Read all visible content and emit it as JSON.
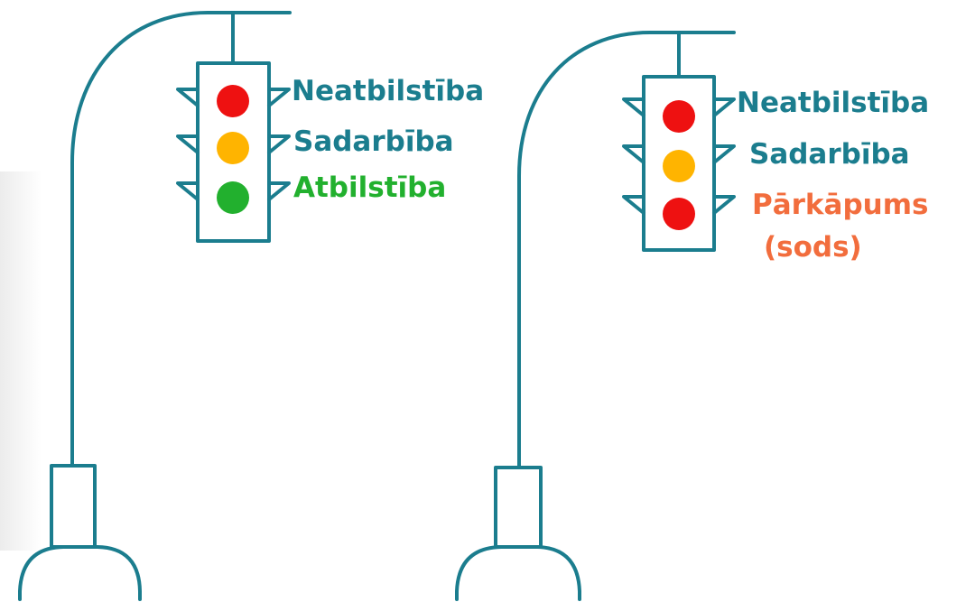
{
  "colors": {
    "outline": "#1b7d8e",
    "teal_text": "#1b7d8e",
    "green": "#22b02e",
    "amber": "#ffb400",
    "red": "#ee1111",
    "orange_text": "#f26d3d"
  },
  "left_signal": {
    "lights": [
      "red",
      "amber",
      "green"
    ],
    "labels": [
      {
        "text": "Neatbilstība",
        "color": "teal"
      },
      {
        "text": "Sadarbība",
        "color": "teal"
      },
      {
        "text": "Atbilstība",
        "color": "green"
      }
    ]
  },
  "right_signal": {
    "lights": [
      "red",
      "amber",
      "red"
    ],
    "labels": [
      {
        "text": "Neatbilstība",
        "color": "teal"
      },
      {
        "text": "Sadarbība",
        "color": "teal"
      },
      {
        "text": "Pārkāpums",
        "color": "orange"
      },
      {
        "text": "(sods)",
        "color": "orange"
      }
    ]
  }
}
